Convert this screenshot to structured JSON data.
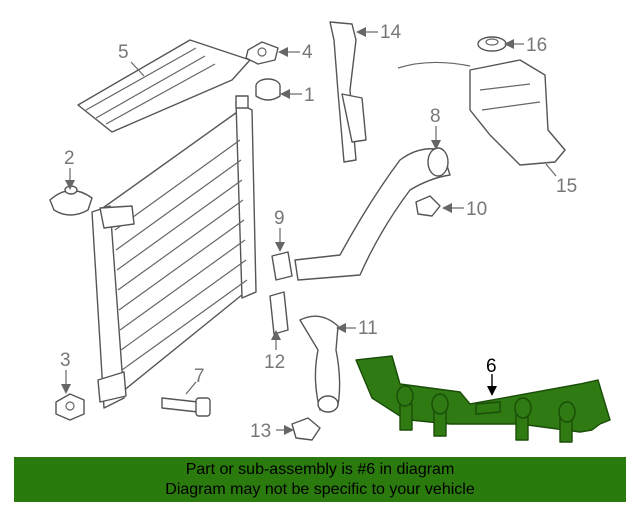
{
  "diagram": {
    "callouts": [
      "1",
      "2",
      "3",
      "4",
      "5",
      "6",
      "7",
      "8",
      "9",
      "10",
      "11",
      "12",
      "13",
      "14",
      "15",
      "16"
    ],
    "highlighted_callout": "6",
    "highlight_color": "#2f7a12"
  },
  "banner": {
    "line1": "Part or sub-assembly is #6 in diagram",
    "line2": "Diagram may not be specific to your vehicle",
    "background": "#2a7a0e"
  }
}
